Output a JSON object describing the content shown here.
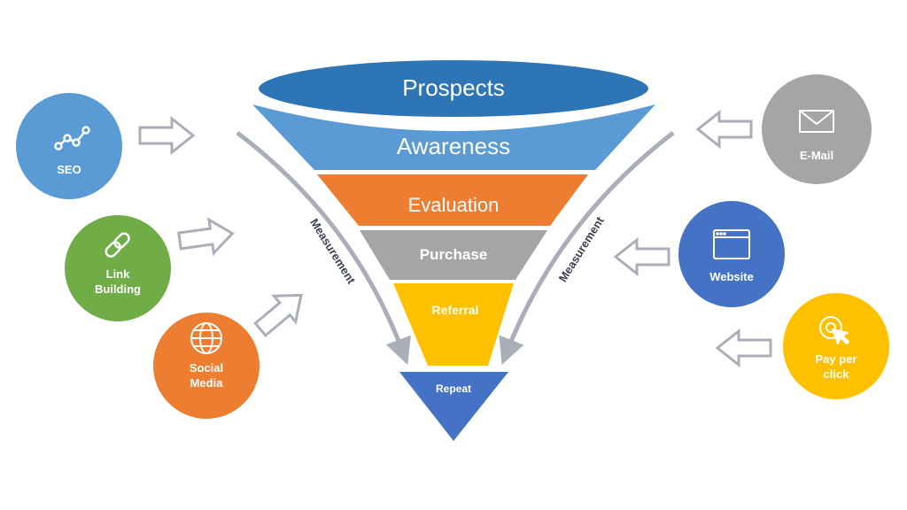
{
  "funnel": {
    "stages": [
      {
        "label": "Prospects",
        "color": "#2e75b6"
      },
      {
        "label": "Awareness",
        "color": "#5b9bd5"
      },
      {
        "label": "Evaluation",
        "color": "#ed7d31"
      },
      {
        "label": "Purchase",
        "color": "#a5a5a5"
      },
      {
        "label": "Referral",
        "color": "#ffc000"
      },
      {
        "label": "Repeat",
        "color": "#4472c4"
      }
    ],
    "measurement_left": "Measurement",
    "measurement_right": "Measurement"
  },
  "channels_left": [
    {
      "label1": "SEO",
      "label2": "",
      "icon": "line-chart-icon",
      "color": "#5b9bd5"
    },
    {
      "label1": "Link",
      "label2": "Building",
      "icon": "link-icon",
      "color": "#70ad47"
    },
    {
      "label1": "Social",
      "label2": "Media",
      "icon": "globe-icon",
      "color": "#ed7d31"
    }
  ],
  "channels_right": [
    {
      "label1": "E-Mail",
      "label2": "",
      "icon": "envelope-icon",
      "color": "#a5a5a5"
    },
    {
      "label1": "Website",
      "label2": "",
      "icon": "browser-window-icon",
      "color": "#4472c4"
    },
    {
      "label1": "Pay per",
      "label2": "click",
      "icon": "cursor-click-icon",
      "color": "#ffc000"
    }
  ]
}
